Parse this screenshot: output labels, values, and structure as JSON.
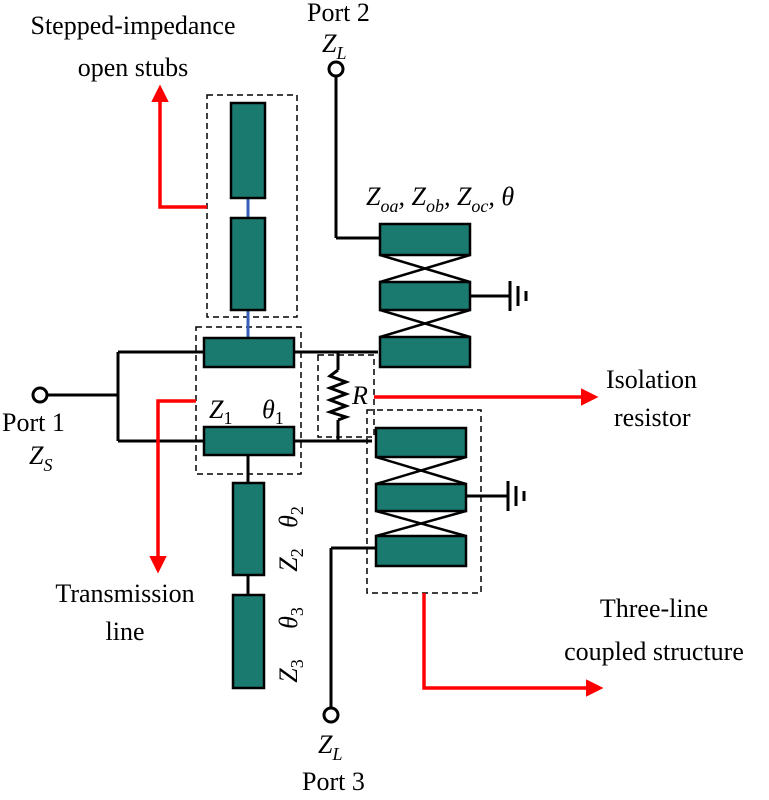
{
  "colors": {
    "line_fill": "#1a7a70",
    "arrow": "#ff0000",
    "stub_link": "#3a5fb8",
    "wire": "#000000"
  },
  "labels": {
    "port2": "Port 2",
    "port1": "Port 1",
    "port3": "Port 3",
    "zl_top": "Z",
    "zl_top_sub": "L",
    "zl_bottom": "Z",
    "zl_bottom_sub": "L",
    "zs": "Z",
    "zs_sub": "S",
    "stubs_line1": "Stepped-impedance",
    "stubs_line2": "open stubs",
    "coupled_params": "Z",
    "zoa_sub": "oa",
    "zob_sub": "ob",
    "zoc_sub": "oc",
    "theta": "θ",
    "r": "R",
    "isolation_line1": "Isolation",
    "isolation_line2": "resistor",
    "z1": "Z",
    "z1_sub": "1",
    "theta1": "θ",
    "theta1_sub": "1",
    "tl_line1": "Transmission",
    "tl_line2": "line",
    "theta2": "θ",
    "theta2_sub": "2",
    "z2": "Z",
    "z2_sub": "2",
    "theta3": "θ",
    "theta3_sub": "3",
    "z3": "Z",
    "z3_sub": "3",
    "coupled_line1": "Three-line",
    "coupled_line2": "coupled structure"
  }
}
